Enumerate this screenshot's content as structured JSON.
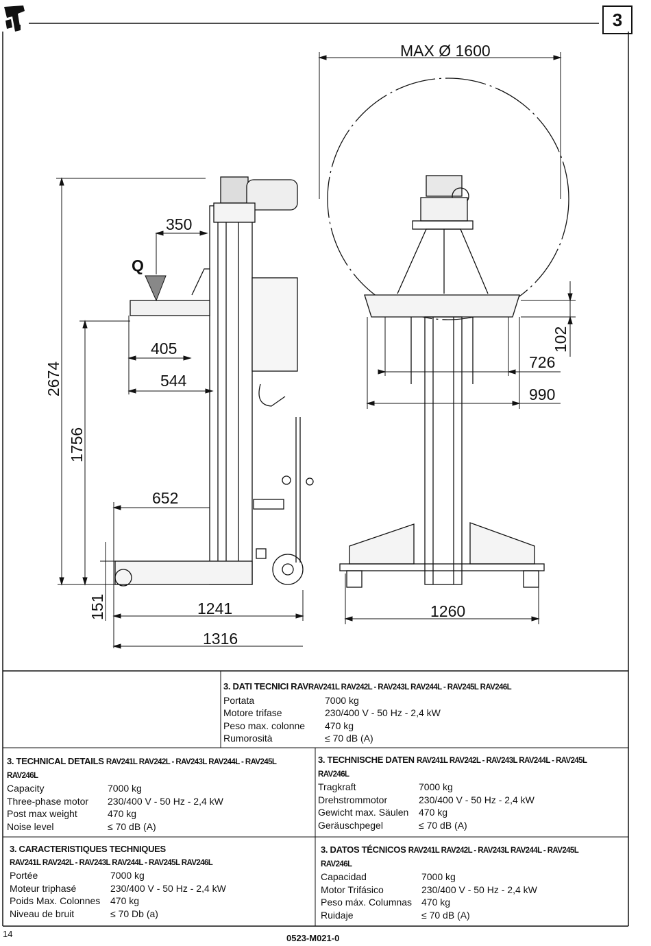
{
  "header": {
    "section_number": "3"
  },
  "drawing": {
    "max_label": "MAX Ø 1600",
    "load_label": "Q",
    "dims": {
      "d350": "350",
      "d405": "405",
      "d544": "544",
      "d652": "652",
      "d2674": "2674",
      "d1756": "1756",
      "d151": "151",
      "d1241": "1241",
      "d1316": "1316",
      "d102": "102",
      "d726": "726",
      "d990": "990",
      "d1260": "1260"
    }
  },
  "specs": {
    "it": {
      "title": "3. DATI TECNICI RAV",
      "models": "RAV241L RAV242L - RAV243L RAV244L - RAV245L RAV246L",
      "rows": [
        {
          "k": "Portata",
          "v": "7000  kg"
        },
        {
          "k": "Motore trifase",
          "v": " 230/400 V - 50 Hz - 2,4 kW"
        },
        {
          "k": "Peso max. colonne",
          "v": " 470 kg"
        },
        {
          "k": "Rumorosità",
          "v": "≤ 70 dB (A)"
        }
      ]
    },
    "en": {
      "title": "3. TECHNICAL DETAILS",
      "models": "RAV241L RAV242L - RAV243L RAV244L - RAV245L",
      "models2": "RAV246L",
      "rows": [
        {
          "k": "Capacity",
          "v": "7000  kg"
        },
        {
          "k": "Three-phase motor",
          "v": " 230/400 V - 50 Hz - 2,4 kW"
        },
        {
          "k": "Post max weight",
          "v": "470 kg"
        },
        {
          "k": "Noise level",
          "v": "≤ 70 dB (A)"
        }
      ]
    },
    "de": {
      "title": "3. TECHNISCHE DATEN",
      "models": "RAV241L RAV242L - RAV243L RAV244L - RAV245L",
      "models2": "RAV246L",
      "rows": [
        {
          "k": "Tragkraft",
          "v": "7000  kg"
        },
        {
          "k": "Drehstrommotor",
          "v": " 230/400 V - 50 Hz - 2,4 kW"
        },
        {
          "k": "Gewicht max.  Säulen",
          "v": "470 kg"
        },
        {
          "k": "Geräuschpegel",
          "v": " ≤ 70 dB (A)"
        }
      ]
    },
    "fr": {
      "title": "3. CARACTERISTIQUES TECHNIQUES",
      "models": "RAV241L RAV242L - RAV243L RAV244L - RAV245L RAV246L",
      "rows": [
        {
          "k": "Portée",
          "v": "7000  kg"
        },
        {
          "k": "Moteur triphasé",
          "v": "230/400 V - 50 Hz - 2,4 kW"
        },
        {
          "k": "Poids Max. Colonnes",
          "v": "470 kg"
        },
        {
          "k": "Niveau de bruit",
          "v": "≤ 70 Db (a)"
        }
      ]
    },
    "es": {
      "title": "3. DATOS TÉCNICOS",
      "models": "RAV241L RAV242L - RAV243L RAV244L - RAV245L",
      "models2": "RAV246L",
      "rows": [
        {
          "k": "Capacidad",
          "v": "7000  kg"
        },
        {
          "k": "Motor Trifásico",
          "v": "230/400 V - 50 Hz - 2,4 kW"
        },
        {
          "k": "Peso máx. Columnas",
          "v": "470 kg"
        },
        {
          "k": "Ruidaje",
          "v": "≤ 70 dB (A)"
        }
      ]
    }
  },
  "footer": {
    "page_number": "14",
    "doc_code": "0523-M021-0"
  }
}
